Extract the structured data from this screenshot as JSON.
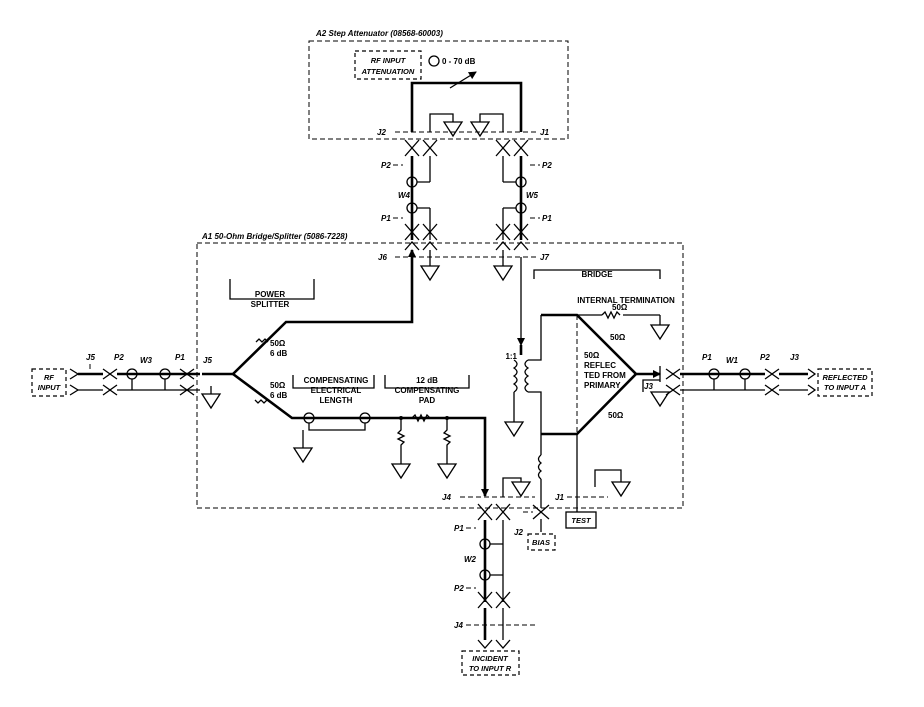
{
  "modules": {
    "a2_title": "A2 Step Attenuator (08568-60003)",
    "a1_title": "A1 50-Ohm Bridge/Splitter (5086-7228)"
  },
  "boxes": {
    "rf_input_attenuation_line1": "RF INPUT",
    "rf_input_attenuation_line2": "ATTENUATION",
    "rf_input_line1": "RF",
    "rf_input_line2": "INPUT",
    "reflected_line1": "REFLECTED",
    "reflected_line2": "TO INPUT A",
    "incident_line1": "INCIDENT",
    "incident_line2": "TO INPUT R",
    "test": "TEST",
    "bias": "BIAS"
  },
  "attenuator": {
    "range": "0 - 70 dB"
  },
  "sections": {
    "power_splitter_line1": "POWER",
    "power_splitter_line2": "SPLITTER",
    "comp_length_line1": "COMPENSATING",
    "comp_length_line2": "ELECTRICAL",
    "comp_length_line3": "LENGTH",
    "pad_line1": "12 dB",
    "pad_line2": "COMPENSATING",
    "pad_line3": "PAD",
    "bridge": "BRIDGE",
    "internal_termination": "INTERNAL TERMINATION"
  },
  "values": {
    "r_top": "50Ω",
    "r_top_db": "6 dB",
    "r_bot": "50Ω",
    "r_bot_db": "6 dB",
    "term_r": "50Ω",
    "bridge_r1": "50Ω",
    "bridge_r2": "50Ω",
    "bridge_r3_line1": "50Ω",
    "bridge_r3_line2": "REFLEC",
    "bridge_r3_line3": "TED FROM",
    "bridge_r3_line4": "PRIMARY",
    "transformer": "1:1"
  },
  "refs": {
    "j5_left": "J5",
    "p2_left": "P2",
    "w3": "W3",
    "p1_left": "P1",
    "j5_mod": "J5",
    "j2_a2": "J2",
    "j1_a2": "J1",
    "p2_w4": "P2",
    "w4": "W4",
    "p1_w4": "P1",
    "p2_w5": "P2",
    "w5": "W5",
    "p1_w5": "P1",
    "j6": "J6",
    "j7": "J7",
    "j3_mod": "J3",
    "p1_right": "P1",
    "w1": "W1",
    "p2_right": "P2",
    "j3_right": "J3",
    "j4_mod": "J4",
    "j1_mod": "J1",
    "j2_mod": "J2",
    "p1_w2": "P1",
    "w2": "W2",
    "p2_w2": "P2",
    "j4_bottom": "J4"
  }
}
